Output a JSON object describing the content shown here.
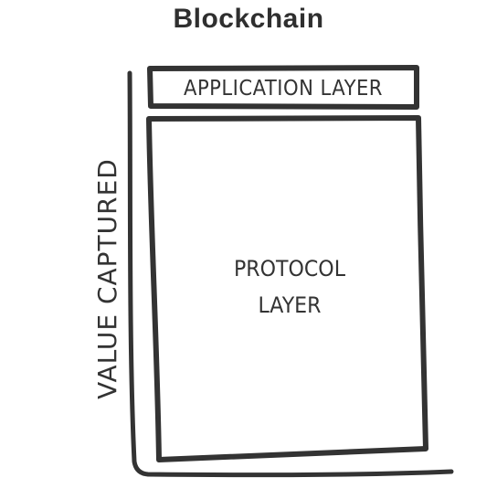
{
  "title": "Blockchain",
  "axis": {
    "y_label": "VALUE CAPTURED"
  },
  "layers": {
    "application": "APPLICATION LAYER",
    "protocol_line1": "PROTOCOL",
    "protocol_line2": "LAYER"
  },
  "colors": {
    "ink": "#333333",
    "background": "#ffffff"
  }
}
